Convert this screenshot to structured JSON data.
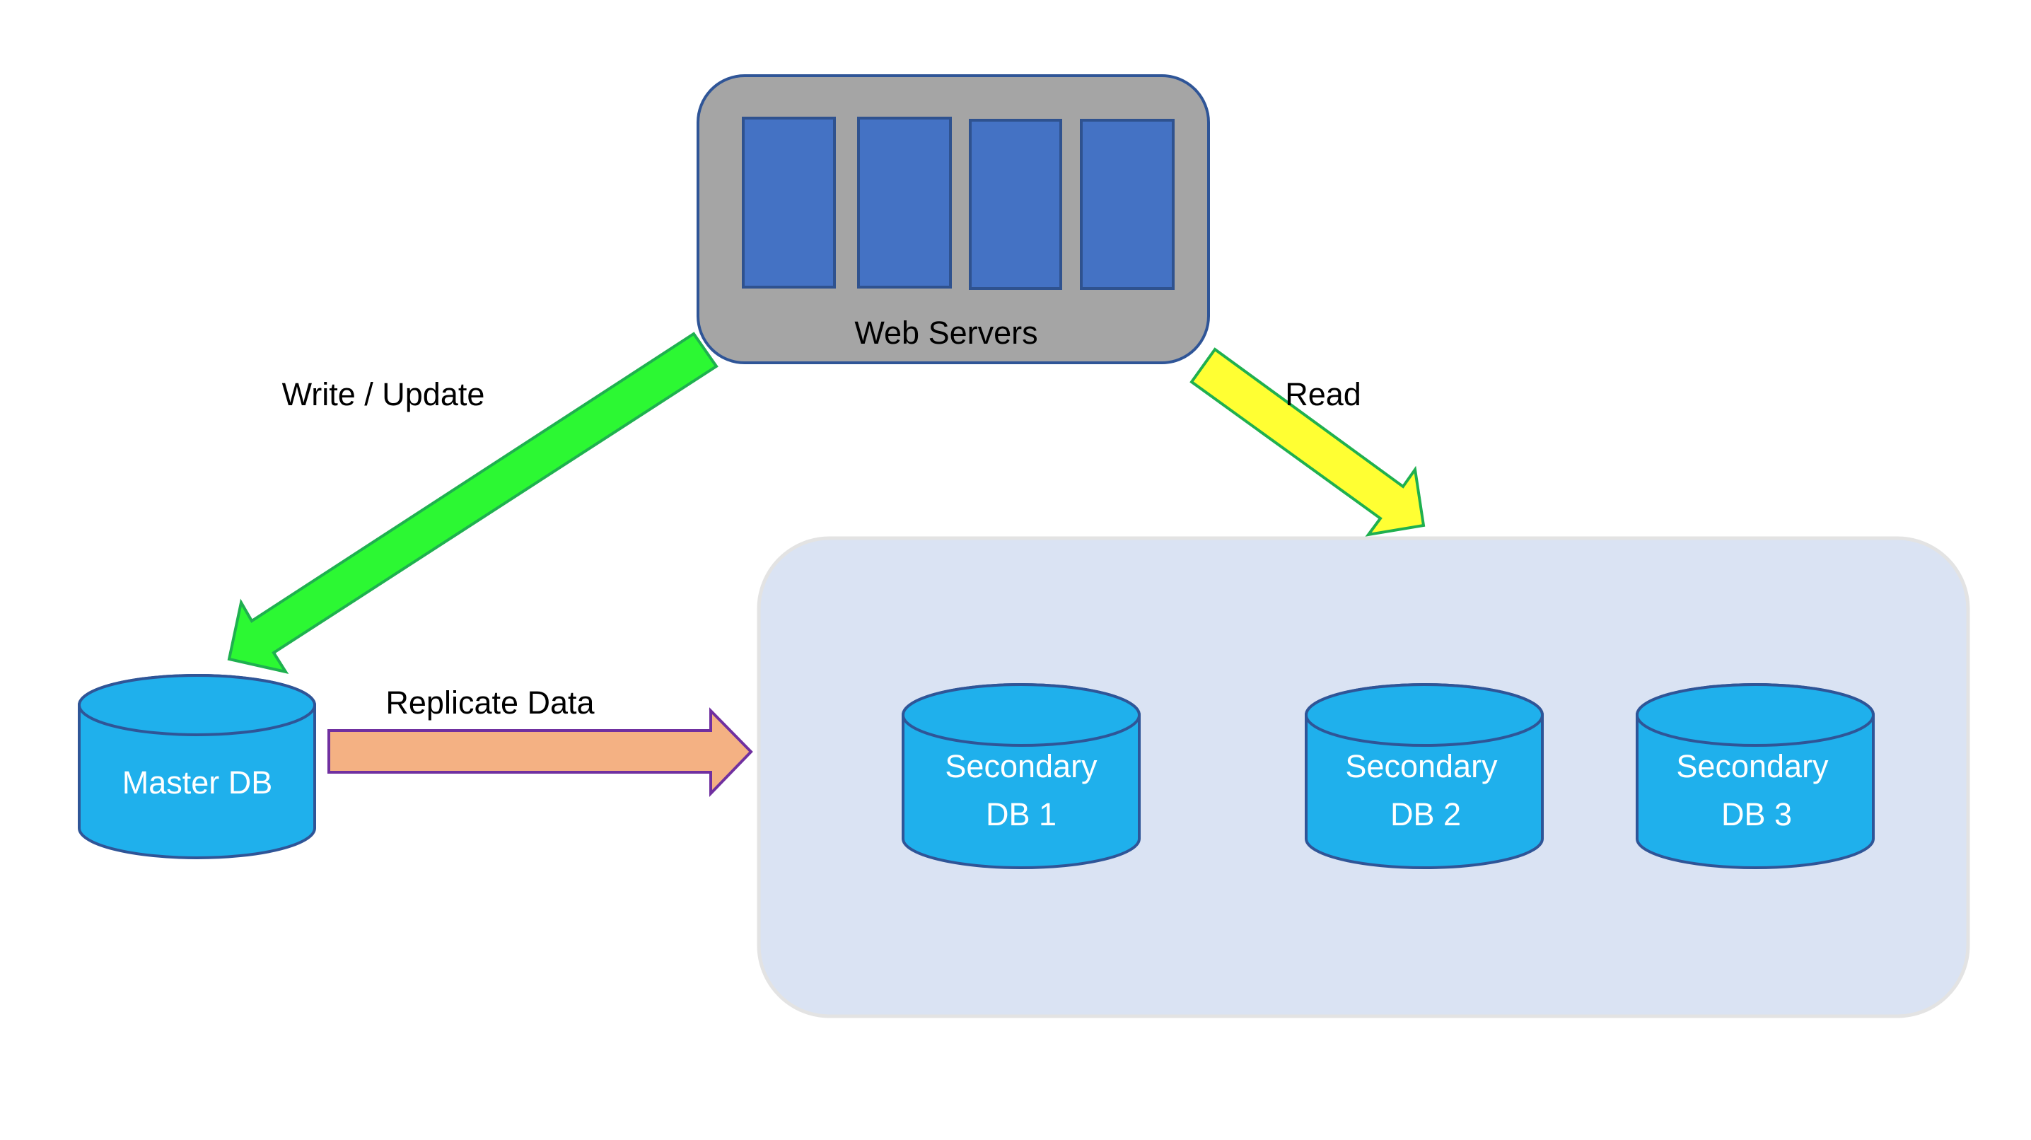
{
  "web_servers": {
    "label": "Web Servers",
    "server_count": 4,
    "colors": {
      "box_fill": "#a5a5a5",
      "server_fill": "#4472c4"
    }
  },
  "connections": {
    "write": {
      "label": "Write / Update",
      "color": "#2cf833",
      "from": "Web Servers",
      "to": "Master DB"
    },
    "read": {
      "label": "Read",
      "color": "#ffff33",
      "from": "Web Servers",
      "to": "Secondary DB pool"
    },
    "replicate": {
      "label": "Replicate Data",
      "color": "#f4b183",
      "from": "Master DB",
      "to": "Secondary DB pool"
    }
  },
  "master_db": {
    "label": "Master DB",
    "color": "#1fb0ec"
  },
  "secondary_pool": {
    "color": "#dae3f3",
    "dbs": [
      {
        "line1": "Secondary",
        "line2": "DB 1"
      },
      {
        "line1": "Secondary",
        "line2": "DB 2"
      },
      {
        "line1": "Secondary",
        "line2": "DB 3"
      }
    ]
  }
}
